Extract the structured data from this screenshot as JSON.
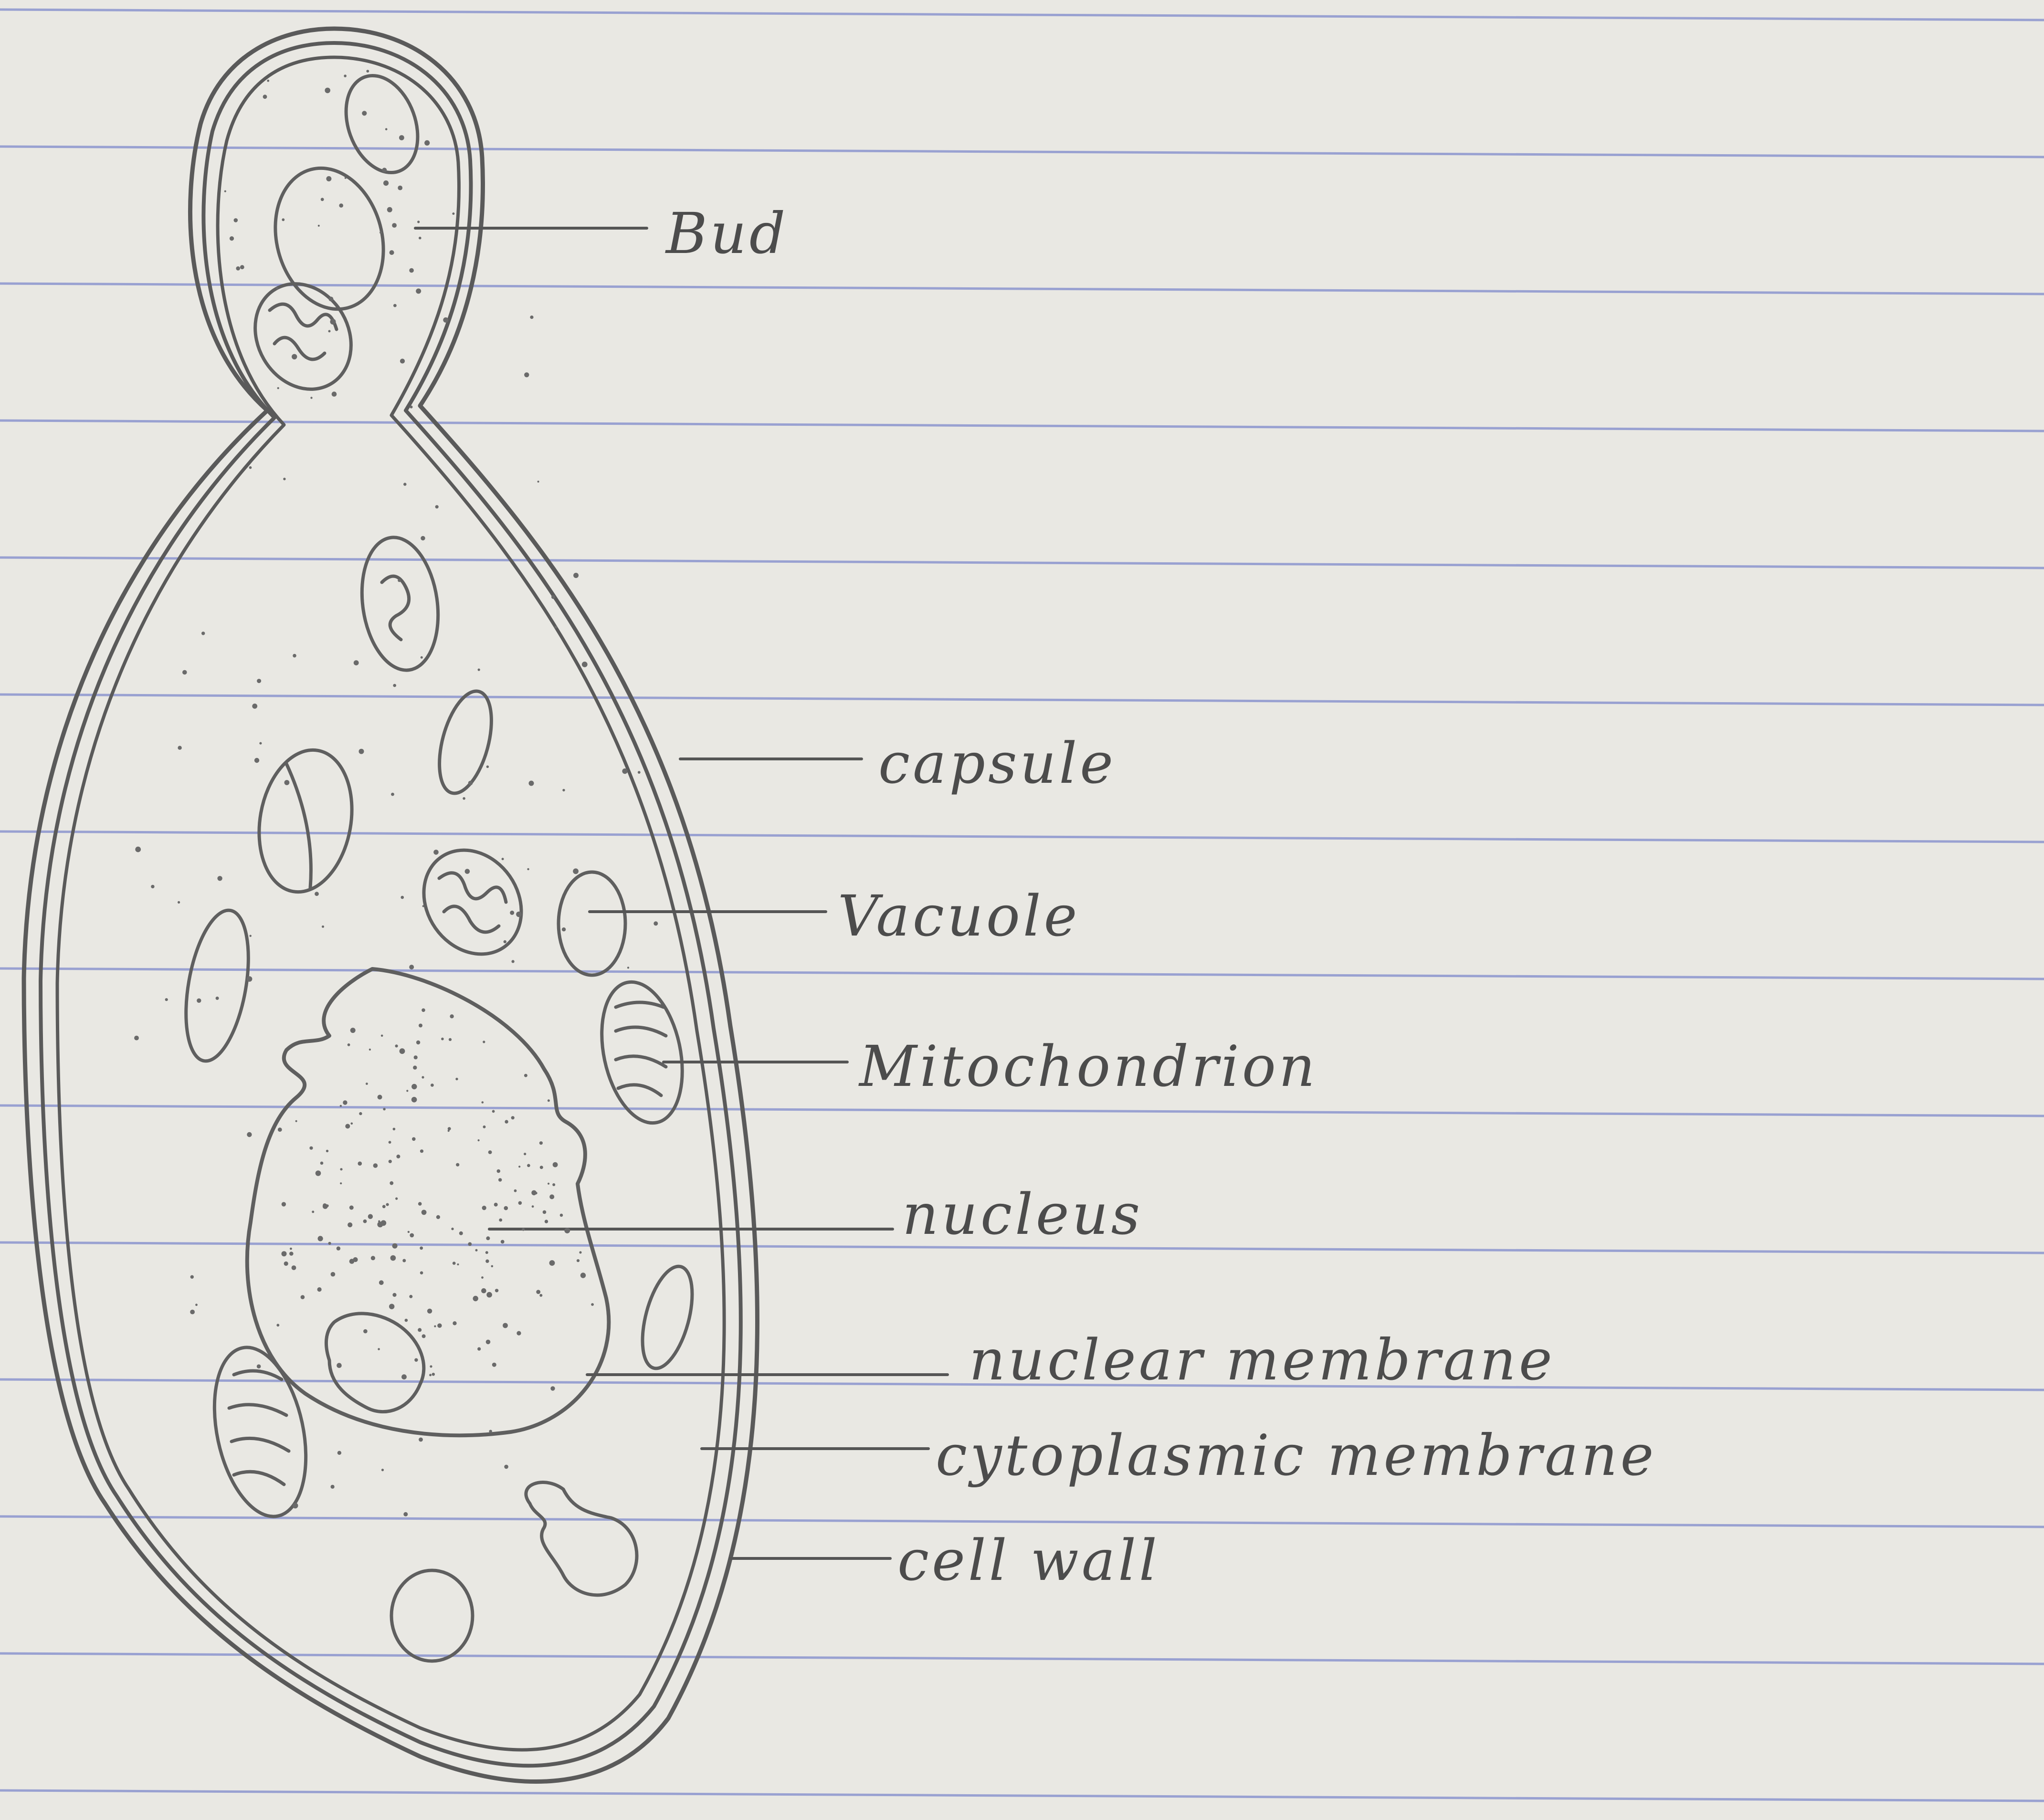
{
  "diagram": {
    "kind": "hand-drawn biological diagram on ruled notebook paper",
    "colors": {
      "paper": "#e9e8e3",
      "rule_line": "#8c95cf",
      "pencil": "#555555"
    },
    "labels": {
      "bud": "Bud",
      "capsule": "capsule",
      "vacuole": "Vacuole",
      "mitochondrion": "Mitochondrion",
      "nucleus": "nucleus",
      "nuclear_membrane": "nuclear membrane",
      "cytoplasmic_membrane": "cytoplasmic membrane",
      "cell_wall": "cell wall"
    }
  }
}
